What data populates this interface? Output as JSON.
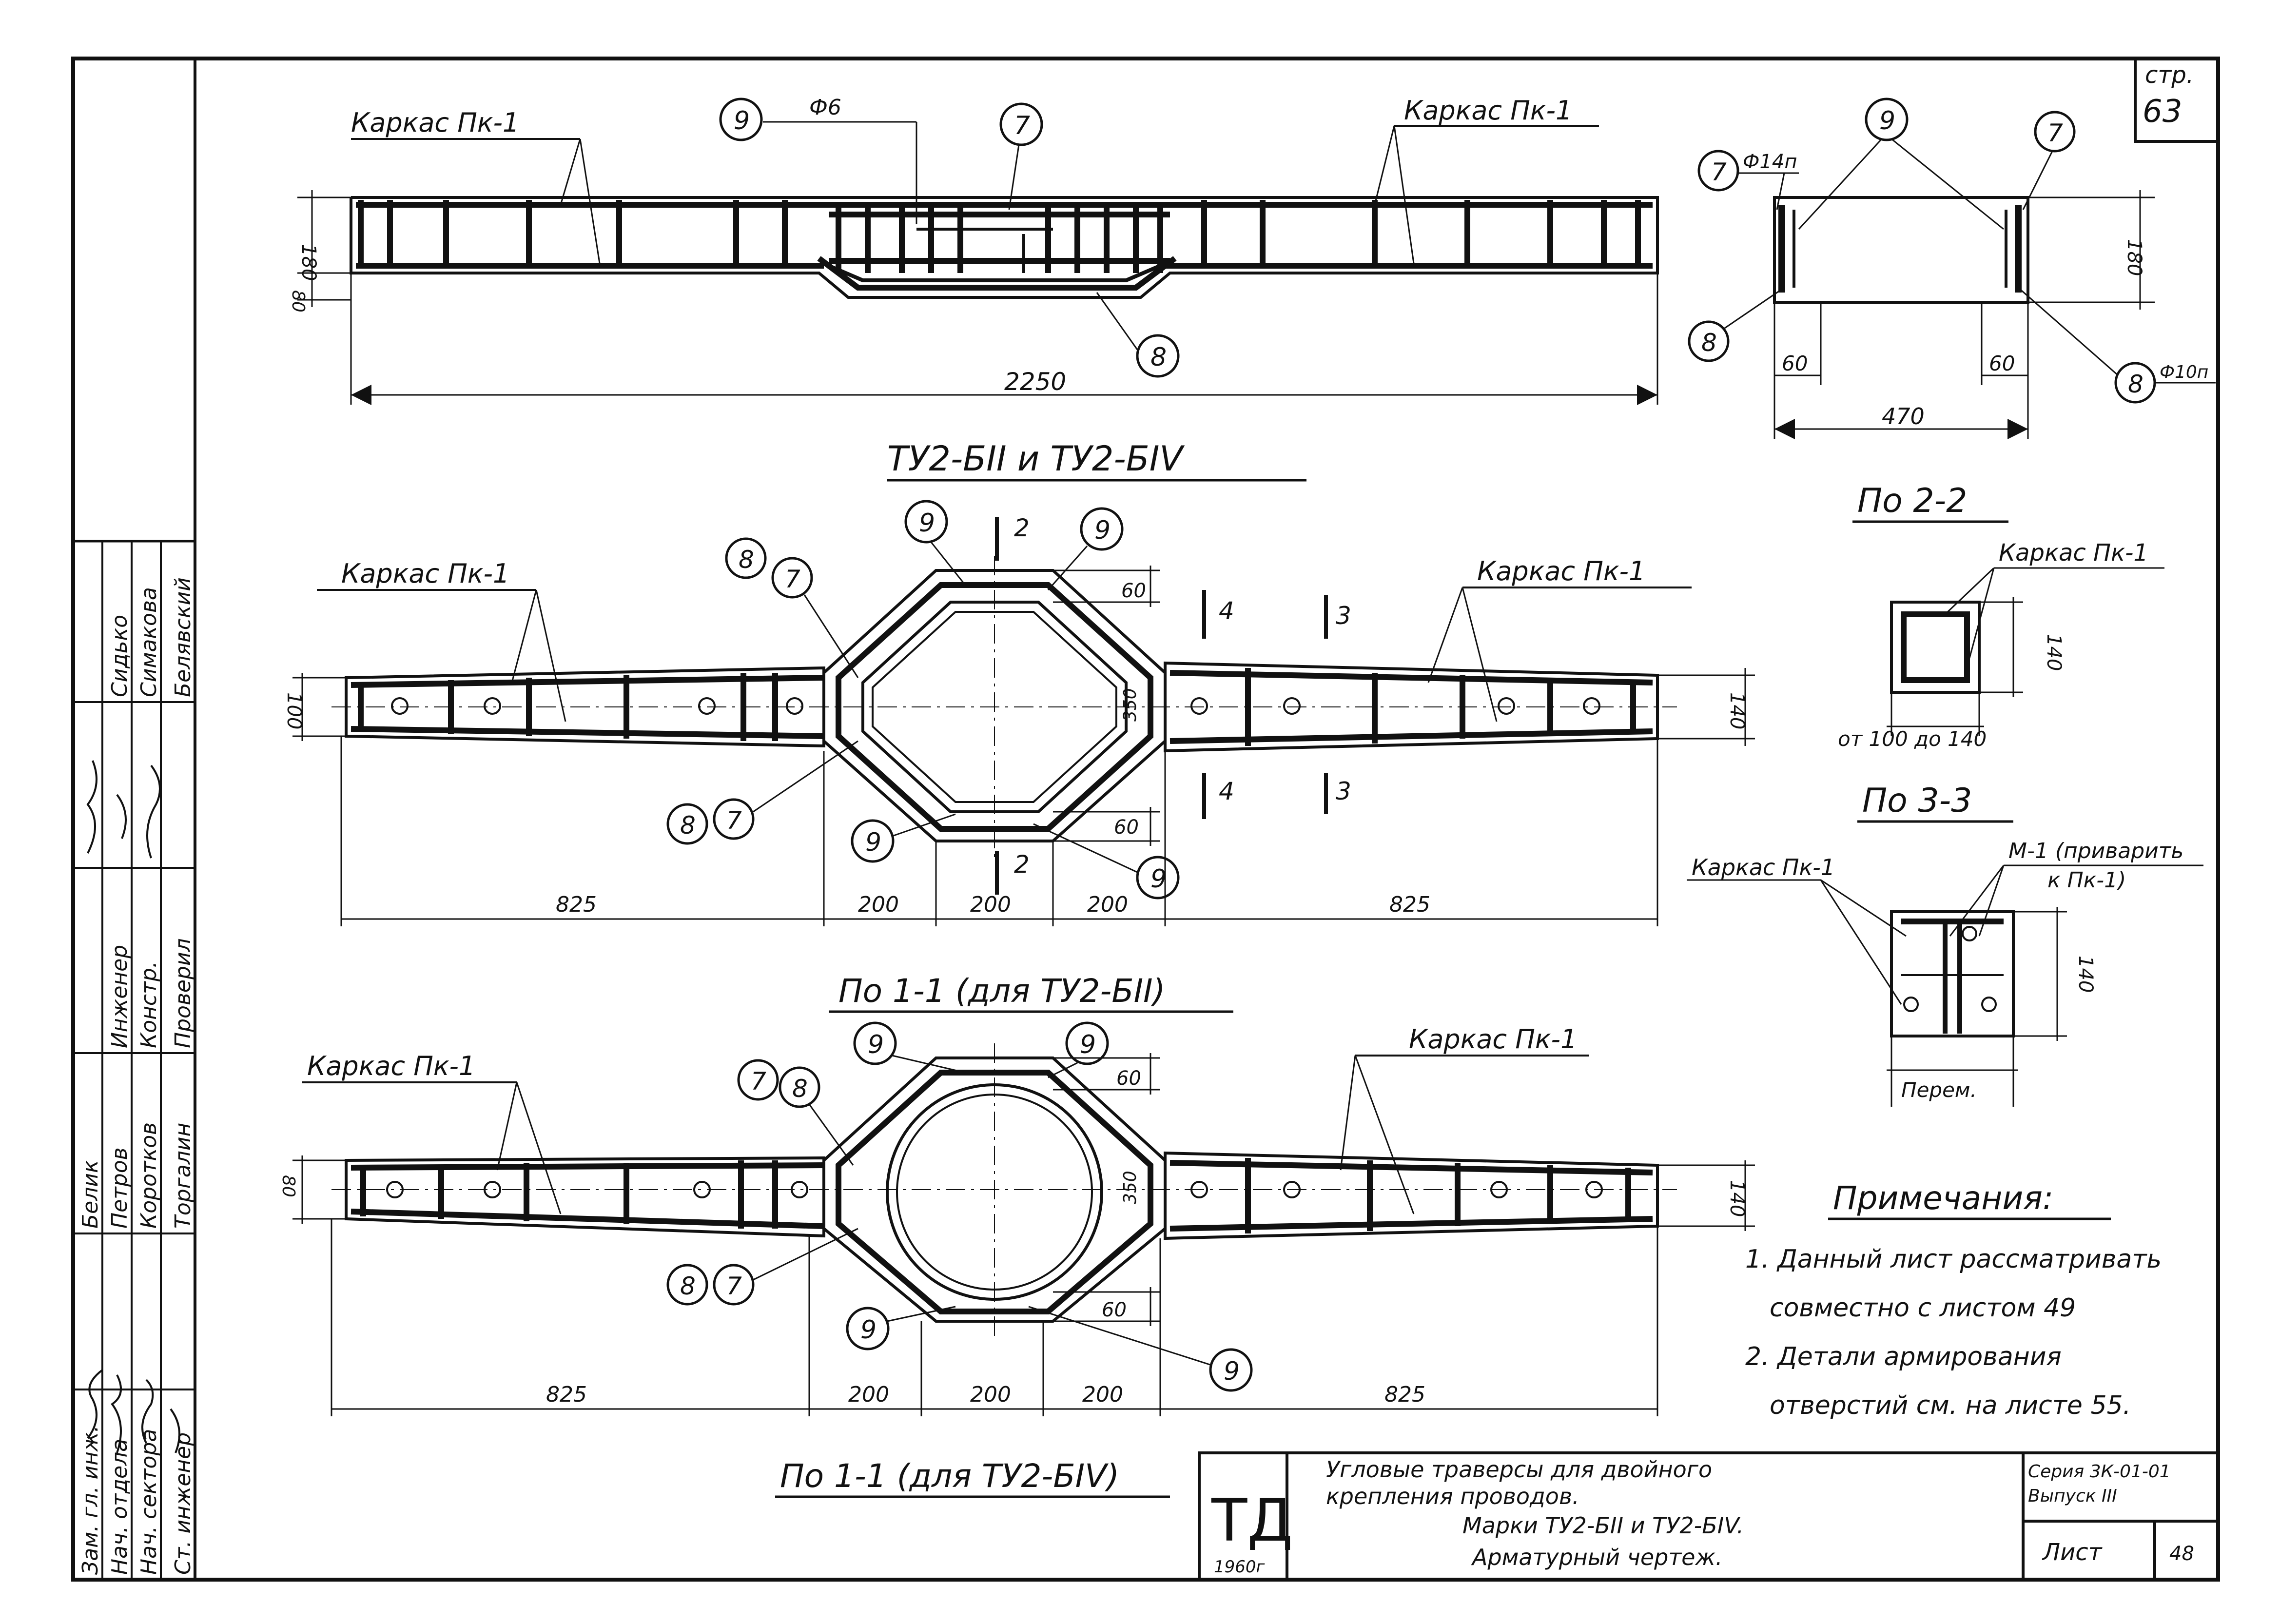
{
  "page": {
    "label": "стр.",
    "number": "63"
  },
  "top_view": {
    "left_label": "Каркас Пк-1",
    "right_label": "Каркас Пк-1",
    "phi_label": "Ф6",
    "dim_length": "2250",
    "dim_h1": "180",
    "dim_h2": "80"
  },
  "section": {
    "phi_left": "Ф14п",
    "phi_right": "Ф10п",
    "dim_height": "180",
    "dim_left": "60",
    "dim_right": "60",
    "dim_total": "470"
  },
  "plan_main": {
    "title": "ТУ2-БII и ТУ2-БIV",
    "left_label": "Каркас Пк-1",
    "right_label": "Каркас Пк-1",
    "dim_left_height": "100",
    "dim_right_height": "140",
    "dim_center": "350",
    "dim_top": "60",
    "dim_bottom": "60",
    "dims": [
      "825",
      "200",
      "200",
      "200",
      "825"
    ],
    "cut2": "2",
    "cut3": "3",
    "cut4": "4"
  },
  "detail_22": {
    "title": "По 2-2",
    "label": "Каркас Пк-1",
    "dim_h": "140",
    "dim_w": "от 100 до 140"
  },
  "detail_33": {
    "title": "По 3-3",
    "label": "Каркас Пк-1",
    "label2": "М-1 (приварить",
    "label2b": "к Пк-1)",
    "dim_h": "140",
    "dim_w": "Перем."
  },
  "plan_11": {
    "title": "По 1-1 (для ТУ2-БII)",
    "left_label": "Каркас Пк-1",
    "right_label": "Каркас Пк-1",
    "dim_left_height": "80",
    "dim_right_height": "140",
    "dim_center": "350",
    "dim_top": "60",
    "dim_bottom": "60",
    "dims": [
      "825",
      "200",
      "200",
      "200",
      "825"
    ]
  },
  "plan_11b": {
    "title": "По 1-1 (для ТУ2-БIV)"
  },
  "notes": {
    "title": "Примечания:",
    "lines": [
      "1. Данный лист рассматривать",
      "совместно с листом 49",
      "2. Детали армирования",
      "отверстий см. на листе 55."
    ]
  },
  "marks": {
    "m7": "7",
    "m8": "8",
    "m9": "9"
  },
  "title_block": {
    "logo": "ТД",
    "year": "1960г",
    "desc_lines": [
      "Угловые траверсы для двойного",
      "крепления проводов.",
      "Марки ТУ2-БII и ТУ2-БIV.",
      "Арматурный чертеж."
    ],
    "series": "Серия 3К-01-01",
    "issue": "Выпуск III",
    "sheet_label": "Лист",
    "sheet_no": "48"
  },
  "stamp": {
    "roles": [
      "Зам. гл. инж.",
      "Нач. отдела",
      "Нач. сектора",
      "Ст. инженер",
      "Инженер",
      "Констр.",
      "Проверил"
    ],
    "names": [
      "Белик",
      "Петров",
      "Коротков",
      "Торгалин",
      "Сидько",
      "Симакова",
      "Белявский"
    ]
  },
  "colors": {
    "ink": "#111111",
    "paper": "#ffffff"
  }
}
